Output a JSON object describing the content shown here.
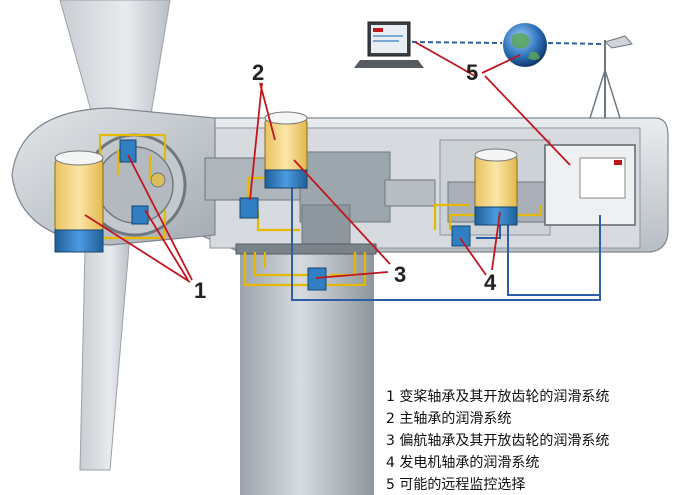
{
  "callouts": {
    "c1": "1",
    "c2": "2",
    "c3": "3",
    "c4": "4",
    "c5": "5"
  },
  "legend": {
    "items": [
      "1 变桨轴承及其开放齿轮的润滑系统",
      "2 主轴承的润滑系统",
      "3 偏航轴承及其开放齿轮的润滑系统",
      "4 发电机轴承的润滑系统",
      "5 可能的远程监控选择"
    ]
  },
  "colors": {
    "callout_line": "#c0161f",
    "lube_line": "#e6b800",
    "signal_line": "#2d5fa8",
    "reservoir_grease": "#f7d98a",
    "pump_blue": "#2f7fc2"
  }
}
